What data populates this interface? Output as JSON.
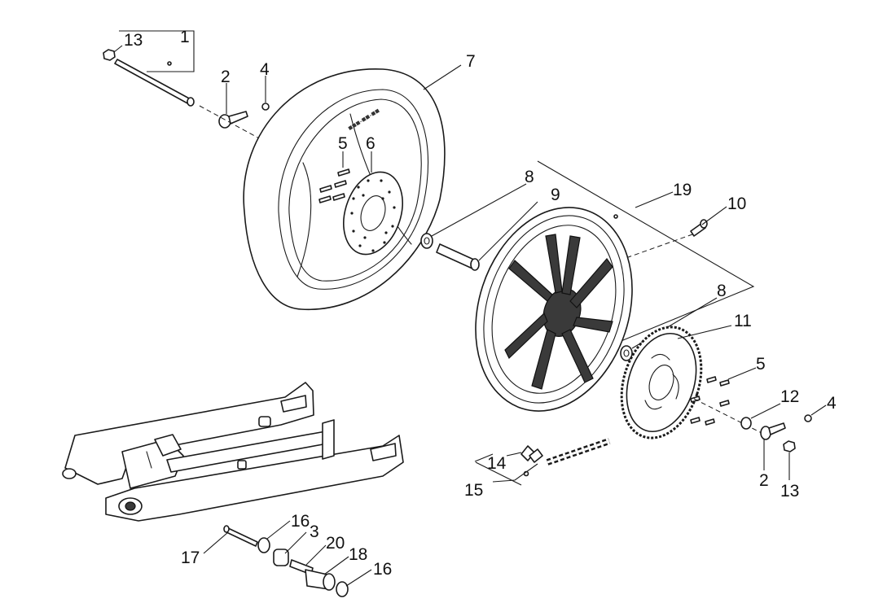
{
  "diagram": {
    "title": "",
    "callouts": [
      {
        "id": "c13a",
        "text": "13"
      },
      {
        "id": "c1",
        "text": "1"
      },
      {
        "id": "c2a",
        "text": "2"
      },
      {
        "id": "c4a",
        "text": "4"
      },
      {
        "id": "c7",
        "text": "7"
      },
      {
        "id": "c5a",
        "text": "5"
      },
      {
        "id": "c6",
        "text": "6"
      },
      {
        "id": "c8a",
        "text": "8"
      },
      {
        "id": "c9",
        "text": "9"
      },
      {
        "id": "c19",
        "text": "19"
      },
      {
        "id": "c10",
        "text": "10"
      },
      {
        "id": "c8b",
        "text": "8"
      },
      {
        "id": "c11",
        "text": "11"
      },
      {
        "id": "c5b",
        "text": "5"
      },
      {
        "id": "c12",
        "text": "12"
      },
      {
        "id": "c4b",
        "text": "4"
      },
      {
        "id": "c2b",
        "text": "2"
      },
      {
        "id": "c13b",
        "text": "13"
      },
      {
        "id": "c14",
        "text": "14"
      },
      {
        "id": "c15",
        "text": "15"
      },
      {
        "id": "c16a",
        "text": "16"
      },
      {
        "id": "c3",
        "text": "3"
      },
      {
        "id": "c20",
        "text": "20"
      },
      {
        "id": "c17",
        "text": "17"
      },
      {
        "id": "c18",
        "text": "18"
      },
      {
        "id": "c16b",
        "text": "16"
      }
    ]
  }
}
